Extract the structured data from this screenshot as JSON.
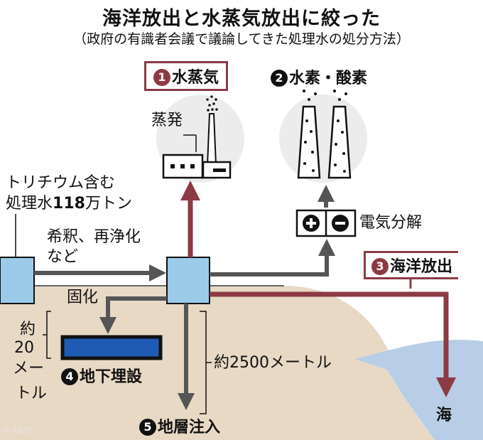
{
  "title": "海洋放出と水蒸気放出に絞った",
  "subtitle": "（政府の有識者会議で議論してきた処理水の処分方法）",
  "options": [
    {
      "num": "1",
      "label": "水蒸気"
    },
    {
      "num": "2",
      "label": "水素・酸素"
    },
    {
      "num": "3",
      "label": "海洋放出"
    },
    {
      "num": "4",
      "label": "地下埋設"
    },
    {
      "num": "5",
      "label": "地層注入"
    }
  ],
  "labels": {
    "evaporation": "蒸発",
    "treated_water_line1": "トリチウム含む",
    "treated_water_line2_prefix": "処理水",
    "treated_water_amount": "118",
    "treated_water_unit": "万トン",
    "dilution_line1": "希釈、再浄化",
    "dilution_line2": "など",
    "electrolysis": "電気分解",
    "solidification": "固化",
    "depth_20_line1": "約",
    "depth_20_line2": "20",
    "depth_20_line3": "メー",
    "depth_20_line4": "トル",
    "depth_2500": "約2500メートル",
    "sea": "海",
    "credit": "©大紀元"
  },
  "colors": {
    "arrow_red": "#8c3a44",
    "arrow_gray": "#555555",
    "ground": "#e8d9c5",
    "sea": "#b7cee6",
    "tank": "#9ccbea",
    "burial": "#1f5bb5",
    "cloud": "#ececec"
  },
  "icons": [
    "electrode-plus-icon",
    "electrode-minus-icon",
    "chimney-icon",
    "factory-icon"
  ]
}
